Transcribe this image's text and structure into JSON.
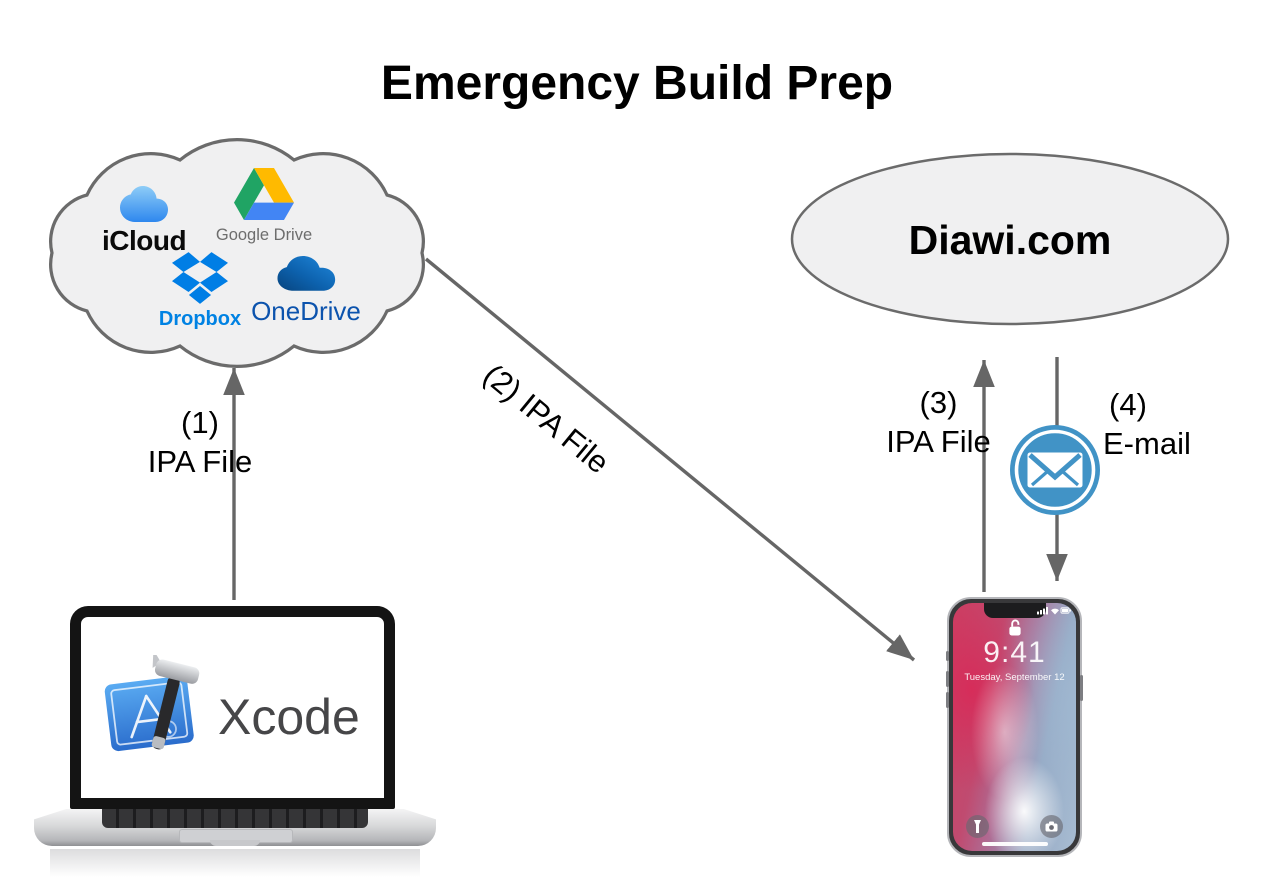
{
  "title": "Emergency Build Prep",
  "cloud_node": {
    "services": [
      {
        "label": "iCloud"
      },
      {
        "label": "Google Drive"
      },
      {
        "label": "Dropbox"
      },
      {
        "label": "OneDrive"
      }
    ]
  },
  "diawi_node": {
    "label": "Diawi.com"
  },
  "steps": {
    "s1": {
      "num": "(1)",
      "label": "IPA File"
    },
    "s2": {
      "num": "(2)",
      "label": "IPA File"
    },
    "s3": {
      "num": "(3)",
      "label": "IPA File"
    },
    "s4": {
      "num": "(4)",
      "label": "E-mail"
    }
  },
  "laptop": {
    "app_label": "Xcode"
  },
  "phone": {
    "time": "9:41",
    "date": "Tuesday, September 12"
  },
  "colors": {
    "arrow": "#666666",
    "node_fill": "#f0f0f1",
    "node_stroke": "#6b6b6b",
    "email_icon_blue": "#4193c6",
    "dropbox_blue": "#007ee5",
    "onedrive_blue": "#0c53ad",
    "gdrive_green": "#20a464",
    "gdrive_yellow": "#ffba00",
    "gdrive_blue": "#4285f4",
    "icloud_blue": "#2e87ee",
    "xcode_text_gray": "#464648"
  }
}
